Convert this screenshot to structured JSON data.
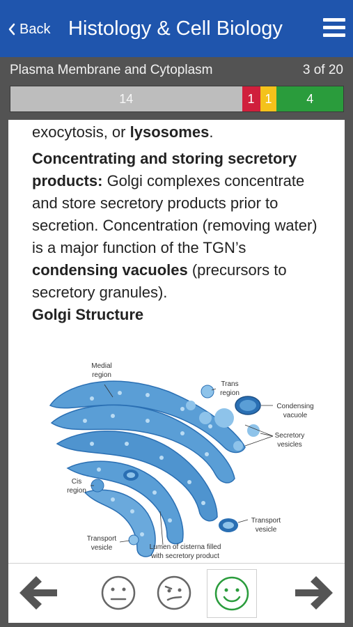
{
  "header": {
    "back_label": "Back",
    "title": "Histology & Cell Biology"
  },
  "subheader": {
    "section": "Plasma Membrane and Cytoplasm",
    "position": "3 of 20"
  },
  "progress": {
    "segments": [
      {
        "label": "14",
        "value": 14,
        "color": "#bdbdbd"
      },
      {
        "label": "1",
        "value": 1,
        "color": "#d01f3c"
      },
      {
        "label": "1",
        "value": 1,
        "color": "#f4c21b"
      },
      {
        "label": "4",
        "value": 4,
        "color": "#2a9c3c"
      }
    ]
  },
  "content": {
    "line1_prefix": "exocytosis, or ",
    "line1_bold": "lysosomes",
    "line1_suffix": ".",
    "para2_bold": "Concentrating and storing secretory products:",
    "para2_text": " Golgi complexes concentrate and store secretory products prior to secretion. Concentration (removing water) is a major function of the TGN’s ",
    "para2_bold2": "condensing vacuoles",
    "para2_text2": " (precursors to secretory granules).",
    "heading": "Golgi Structure"
  },
  "figure": {
    "labels": {
      "medial": "Medial region",
      "trans": "Trans region",
      "condensing": "Condensing vacuole",
      "secretory": "Secretory vesicles",
      "cis": "Cis region",
      "transport_right": "Transport vesicle",
      "transport_left": "Transport vesicle",
      "lumen": "Lumen of cisterna filled with secretory product"
    },
    "colors": {
      "cisterna": "#5a9ed6",
      "cisterna_dark": "#2a6fb3",
      "vesicle": "#8ec3ea"
    }
  },
  "footer": {
    "icons": [
      "arrow-left-icon",
      "neutral-face-icon",
      "skeptical-face-icon",
      "smiley-face-icon",
      "arrow-right-icon"
    ]
  },
  "colors": {
    "header_bg": "#1f55ad",
    "subheader_bg": "#535353",
    "accent_green": "#2a9c3c"
  }
}
